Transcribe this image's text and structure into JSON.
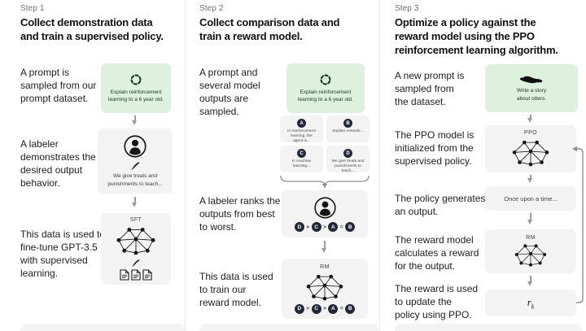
{
  "colors": {
    "prompt_box_green": "#def1de",
    "card_gray": "#f3f3f3",
    "badge_navy": "#232838",
    "green_text": "#19381f",
    "arrow_gray": "#9c9c9c"
  },
  "steps": [
    {
      "label": "Step 1",
      "title": "Collect demonstration data\nand train a supervised policy.",
      "rows": [
        {
          "text": "A prompt is\nsampled from our\nprompt dataset."
        },
        {
          "text": "A labeler\ndemonstrates the\ndesired output\nbehavior."
        },
        {
          "text": "This data is used to\nfine-tune GPT-3.5\nwith supervised\nlearning."
        }
      ],
      "prompt_box": {
        "text": "Explain reinforcement\nlearning to a 6 year old."
      },
      "labeler_box": {
        "text": "We give treats and\npunishments to teach..."
      },
      "model_box": {
        "label": "SFT"
      }
    },
    {
      "label": "Step 2",
      "title": "Collect comparison data and\ntrain a reward model.",
      "rows": [
        {
          "text": "A prompt and\nseveral model\noutputs are\nsampled."
        },
        {
          "text": "A labeler ranks the\noutputs from best\nto worst."
        },
        {
          "text": "This data is used\nto train our\nreward model."
        }
      ],
      "prompt_box": {
        "text": "Explain reinforcement\nlearning to a 6 year old."
      },
      "outputs": [
        {
          "letter": "A",
          "text": "In reinforcement\nlearning, the\nagent is..."
        },
        {
          "letter": "B",
          "text": "Explain rewards..."
        },
        {
          "letter": "C",
          "text": "In machine\nlearning..."
        },
        {
          "letter": "D",
          "text": "We give treats and\npunishments to\nteach..."
        }
      ],
      "ranking": {
        "letters": [
          "D",
          "C",
          "A",
          "B"
        ],
        "separators": [
          ">",
          ">",
          "="
        ]
      },
      "model_box": {
        "label": "RM"
      }
    },
    {
      "label": "Step 3",
      "title": "Optimize a policy against the\nreward model using the PPO\nreinforcement learning algorithm.",
      "rows": [
        {
          "text": "A new prompt is\nsampled from\nthe dataset."
        },
        {
          "text": "The PPO model is\ninitialized from the\nsupervised policy."
        },
        {
          "text": "The policy generates\nan output."
        },
        {
          "text": "The reward model\ncalculates a reward\nfor the output."
        },
        {
          "text": "The reward is used\nto update the\npolicy using PPO."
        }
      ],
      "prompt_box": {
        "text": "Write a story\nabout otters."
      },
      "ppo_box": {
        "label": "PPO"
      },
      "output_box": {
        "text": "Once upon a time..."
      },
      "rm_box": {
        "label": "RM"
      },
      "reward_box": {
        "base": "r",
        "sub": "k"
      }
    }
  ]
}
